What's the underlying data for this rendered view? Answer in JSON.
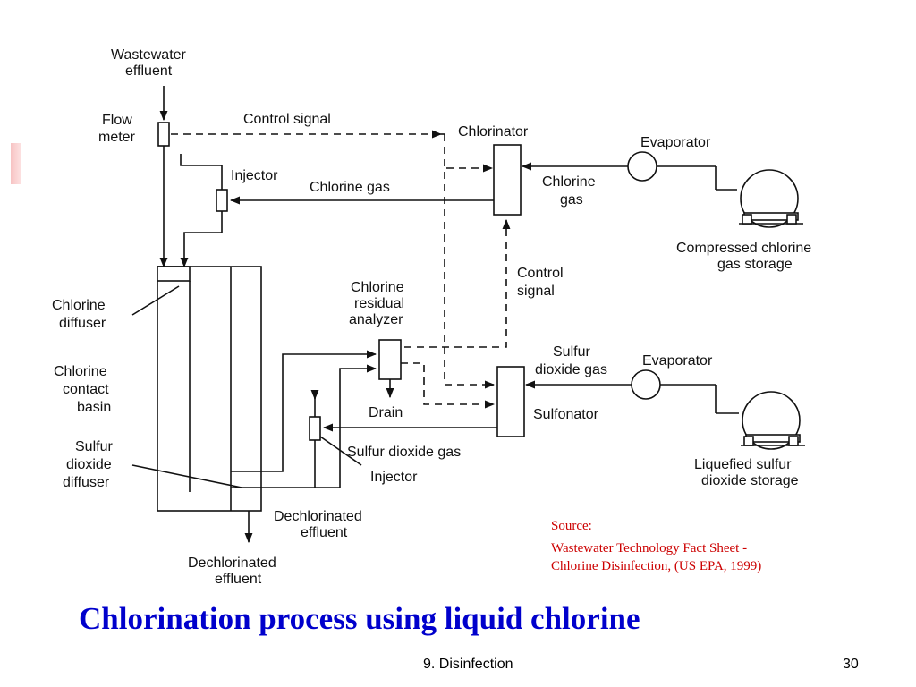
{
  "diagram": {
    "labels": {
      "wastewater_effluent": [
        "Wastewater",
        "effluent"
      ],
      "flow_meter": [
        "Flow",
        "meter"
      ],
      "control_signal_top": "Control signal",
      "chlorinator": "Chlorinator",
      "evaporator_top": "Evaporator",
      "injector_top": "Injector",
      "chlorine_gas_line": "Chlorine gas",
      "chlorine_gas_right": [
        "Chlorine",
        "gas"
      ],
      "compressed_storage": [
        "Compressed chlorine",
        "gas storage"
      ],
      "control_signal_mid": [
        "Control",
        "signal"
      ],
      "chlorine_diffuser": [
        "Chlorine",
        "diffuser"
      ],
      "chlorine_residual_analyzer": [
        "Chlorine",
        "residual",
        "analyzer"
      ],
      "chlorine_contact_basin": [
        "Chlorine",
        "contact",
        "basin"
      ],
      "sulfur_dioxide_gas_right": [
        "Sulfur",
        "dioxide gas"
      ],
      "evaporator_bottom": "Evaporator",
      "drain": "Drain",
      "sulfonator": "Sulfonator",
      "sulfur_dioxide_diffuser": [
        "Sulfur",
        "dioxide",
        "diffuser"
      ],
      "sulfur_dioxide_gas_line": "Sulfur dioxide gas",
      "injector_bottom": "Injector",
      "liquefied_storage": [
        "Liquefied sulfur",
        "dioxide storage"
      ],
      "dechlorinated_effluent_mid": [
        "Dechlorinated",
        "effluent"
      ],
      "dechlorinated_effluent_bottom": [
        "Dechlorinated",
        "effluent"
      ]
    }
  },
  "source": {
    "label": "Source:",
    "line1": "Wastewater Technology Fact Sheet  -",
    "line2": "Chlorine Disinfection, (US EPA, 1999)"
  },
  "title": "Chlorination process using liquid chlorine",
  "footer": {
    "section": "9. Disinfection",
    "page": "30"
  },
  "colors": {
    "source_text": "#cc0000",
    "title_text": "#0000cc",
    "accent_bar": "#f7c3c3"
  }
}
